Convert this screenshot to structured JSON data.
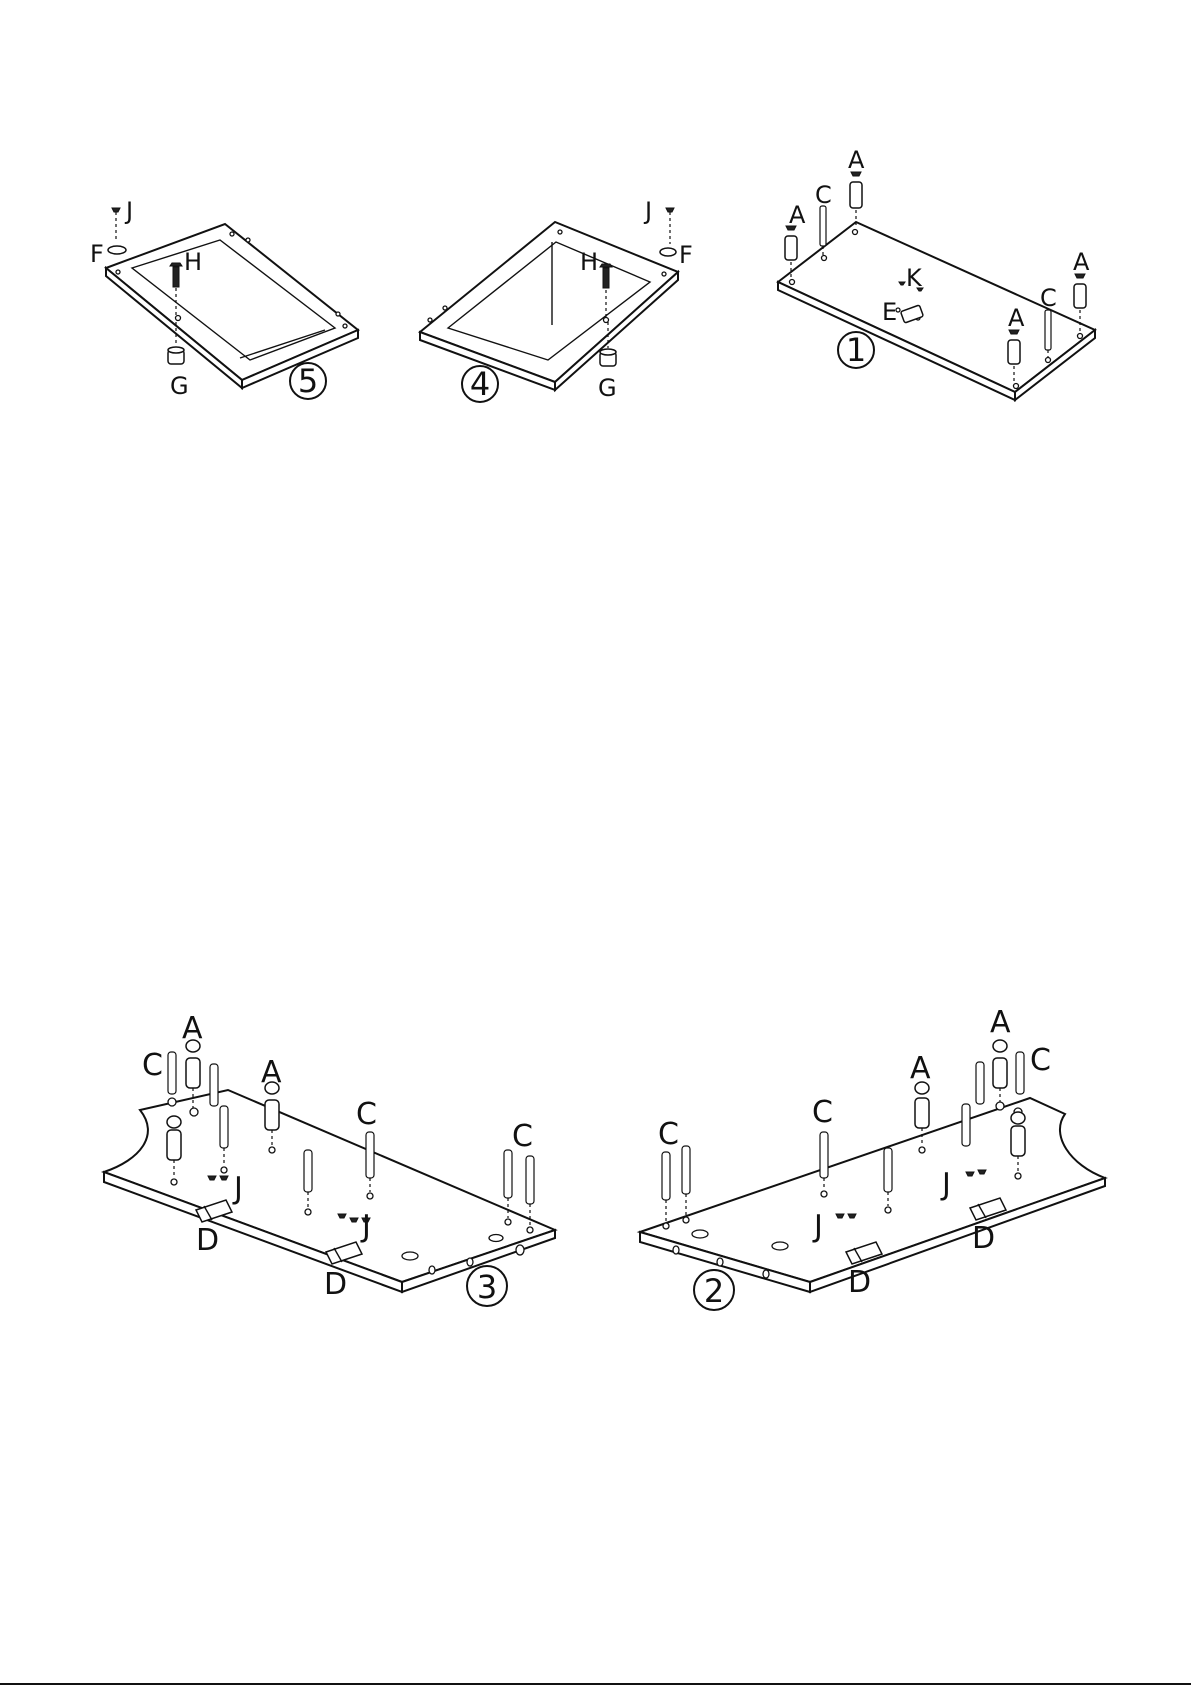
{
  "steps": {
    "s5": {
      "number": "5",
      "labels": {
        "J": "J",
        "F": "F",
        "H": "H",
        "G": "G"
      }
    },
    "s4": {
      "number": "4",
      "labels": {
        "J": "J",
        "F": "F",
        "H": "H",
        "G": "G"
      }
    },
    "s1": {
      "number": "1",
      "labels": {
        "A": "A",
        "C": "C",
        "K": "K",
        "E": "E"
      }
    },
    "s3": {
      "number": "3",
      "labels": {
        "A": "A",
        "C": "C",
        "J": "J",
        "D": "D"
      }
    },
    "s2": {
      "number": "2",
      "labels": {
        "A": "A",
        "C": "C",
        "J": "J",
        "D": "D"
      }
    }
  },
  "colors": {
    "ink": "#111111",
    "paper": "#ffffff"
  }
}
